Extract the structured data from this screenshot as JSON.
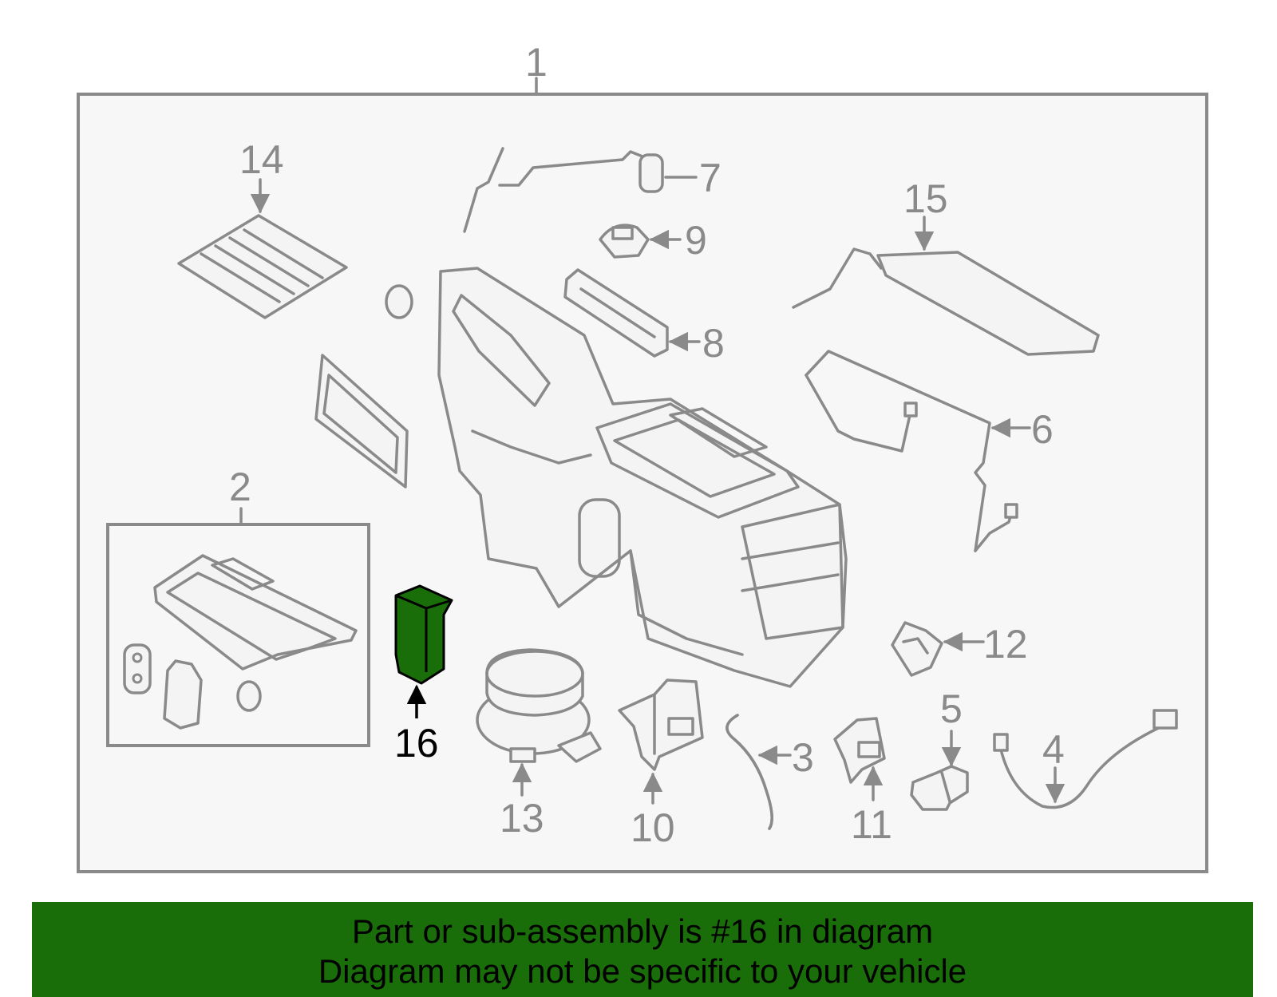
{
  "diagram": {
    "highlight_color": "#1a6e0a",
    "line_color": "#8a8a8a",
    "callouts": {
      "c1": "1",
      "c2": "2",
      "c3": "3",
      "c4": "4",
      "c5": "5",
      "c6": "6",
      "c7": "7",
      "c8": "8",
      "c9": "9",
      "c10": "10",
      "c11": "11",
      "c12": "12",
      "c13": "13",
      "c14": "14",
      "c15": "15",
      "c16": "16"
    }
  },
  "banner": {
    "line1": "Part or sub-assembly is #16 in diagram",
    "line2": "Diagram may not be specific to your vehicle"
  }
}
